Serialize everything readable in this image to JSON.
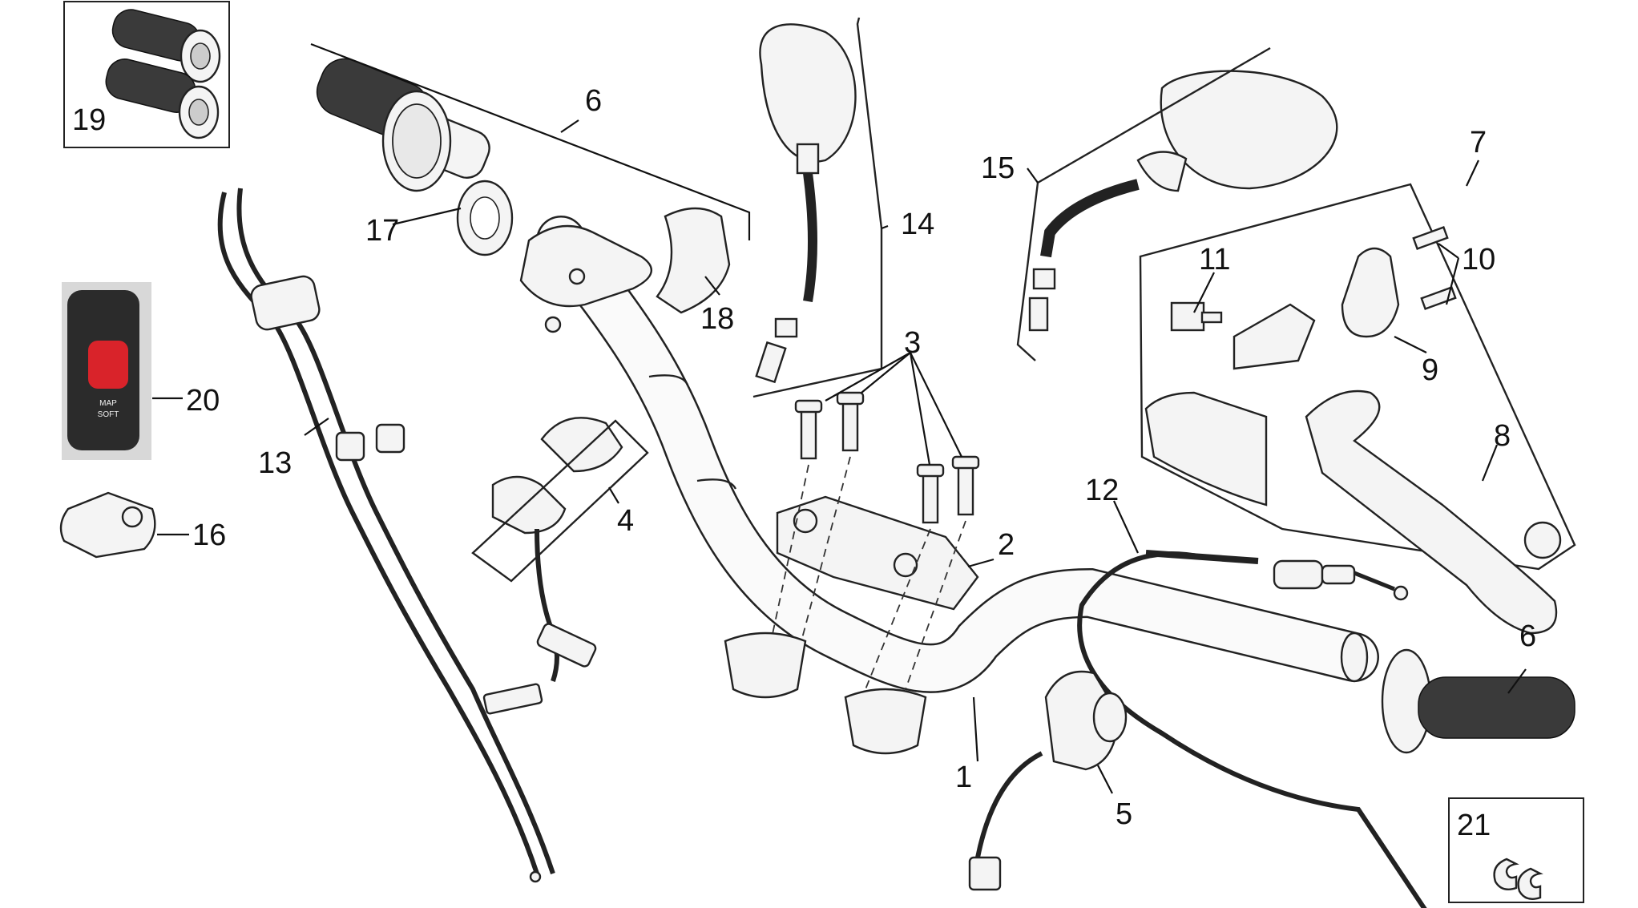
{
  "callouts": {
    "c1": "1",
    "c2": "2",
    "c3": "3",
    "c4": "4",
    "c5": "5",
    "c6a": "6",
    "c6b": "6",
    "c7": "7",
    "c8": "8",
    "c9": "9",
    "c10": "10",
    "c11": "11",
    "c12": "12",
    "c13": "13",
    "c14": "14",
    "c15": "15",
    "c16": "16",
    "c17": "17",
    "c18": "18",
    "c19": "19",
    "c20": "20",
    "c21": "21"
  },
  "switch_photo": {
    "button_color": "#d9232a",
    "housing_color": "#2b2b2b",
    "top_mark": "MAP",
    "bottom_mark": "SOFT"
  }
}
